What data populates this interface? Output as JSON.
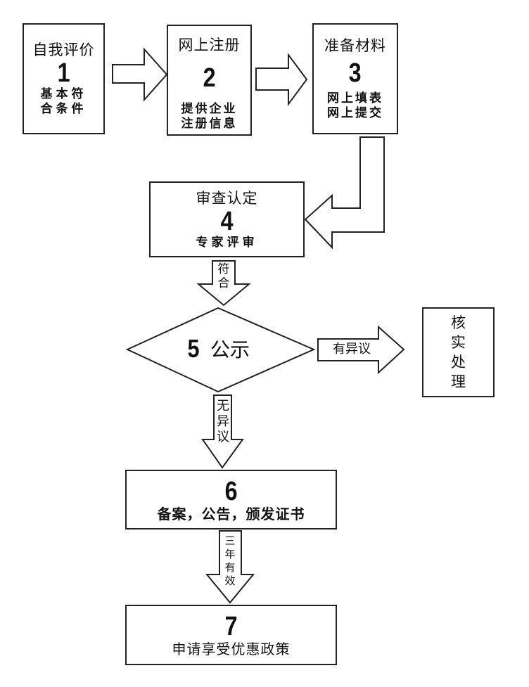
{
  "steps": {
    "s1": {
      "title": "自我评价",
      "number": "1",
      "line1": "基本符",
      "line2": "合条件"
    },
    "s2": {
      "title": "网上注册",
      "number": "2",
      "line1": "提供企业",
      "line2": "注册信息"
    },
    "s3": {
      "title": "准备材料",
      "number": "3",
      "line1": "网上填表",
      "line2": "网上提交"
    },
    "s4": {
      "title": "审查认定",
      "number": "4",
      "line1": "专家评审"
    },
    "s5": {
      "number": "5",
      "title": "公示"
    },
    "verify": {
      "title": "核实处理"
    },
    "s6": {
      "number": "6",
      "line1": "备案，公告，颁发证书"
    },
    "s7": {
      "number": "7",
      "line1": "申请享受优惠政策"
    }
  },
  "arrows": {
    "conform": "符合",
    "objection": "有异议",
    "no_objection": "无异议",
    "valid_three_years": "三年有效"
  }
}
